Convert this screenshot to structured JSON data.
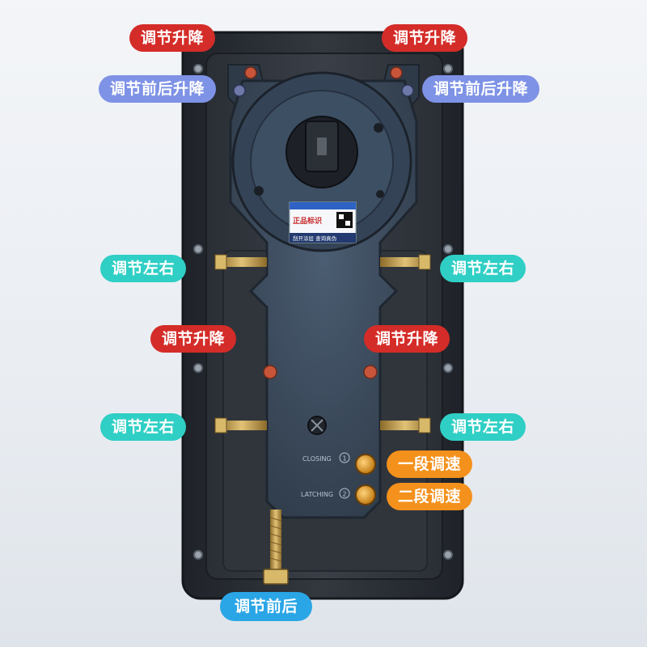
{
  "labels": {
    "lift_top_left": "调节升降",
    "lift_top_right": "调节升降",
    "front_back_lift_left": "调节前后升降",
    "front_back_lift_right": "调节前后升降",
    "left_right_upper_left": "调节左右",
    "left_right_upper_right": "调节左右",
    "lift_mid_left": "调节升降",
    "lift_mid_right": "调节升降",
    "left_right_lower_left": "调节左右",
    "left_right_lower_right": "调节左右",
    "speed_stage_one": "一段调速",
    "speed_stage_two": "二段调速",
    "front_back_bottom": "调节前后"
  },
  "device_marks": {
    "closing": "CLOSING",
    "latching": "LATCHING",
    "closing_number": "1",
    "latching_number": "2",
    "sticker_line1": "正品标识",
    "sticker_line2": "刮开涂层 查询真伪"
  },
  "colors": {
    "label_red": "#d42c28",
    "label_blue": "#7e92e6",
    "label_cyan": "#2fcfc5",
    "label_orange": "#f4911c",
    "label_sky": "#2aa6e6",
    "housing": "#2b2f36",
    "casting": "#3a4a5c"
  }
}
